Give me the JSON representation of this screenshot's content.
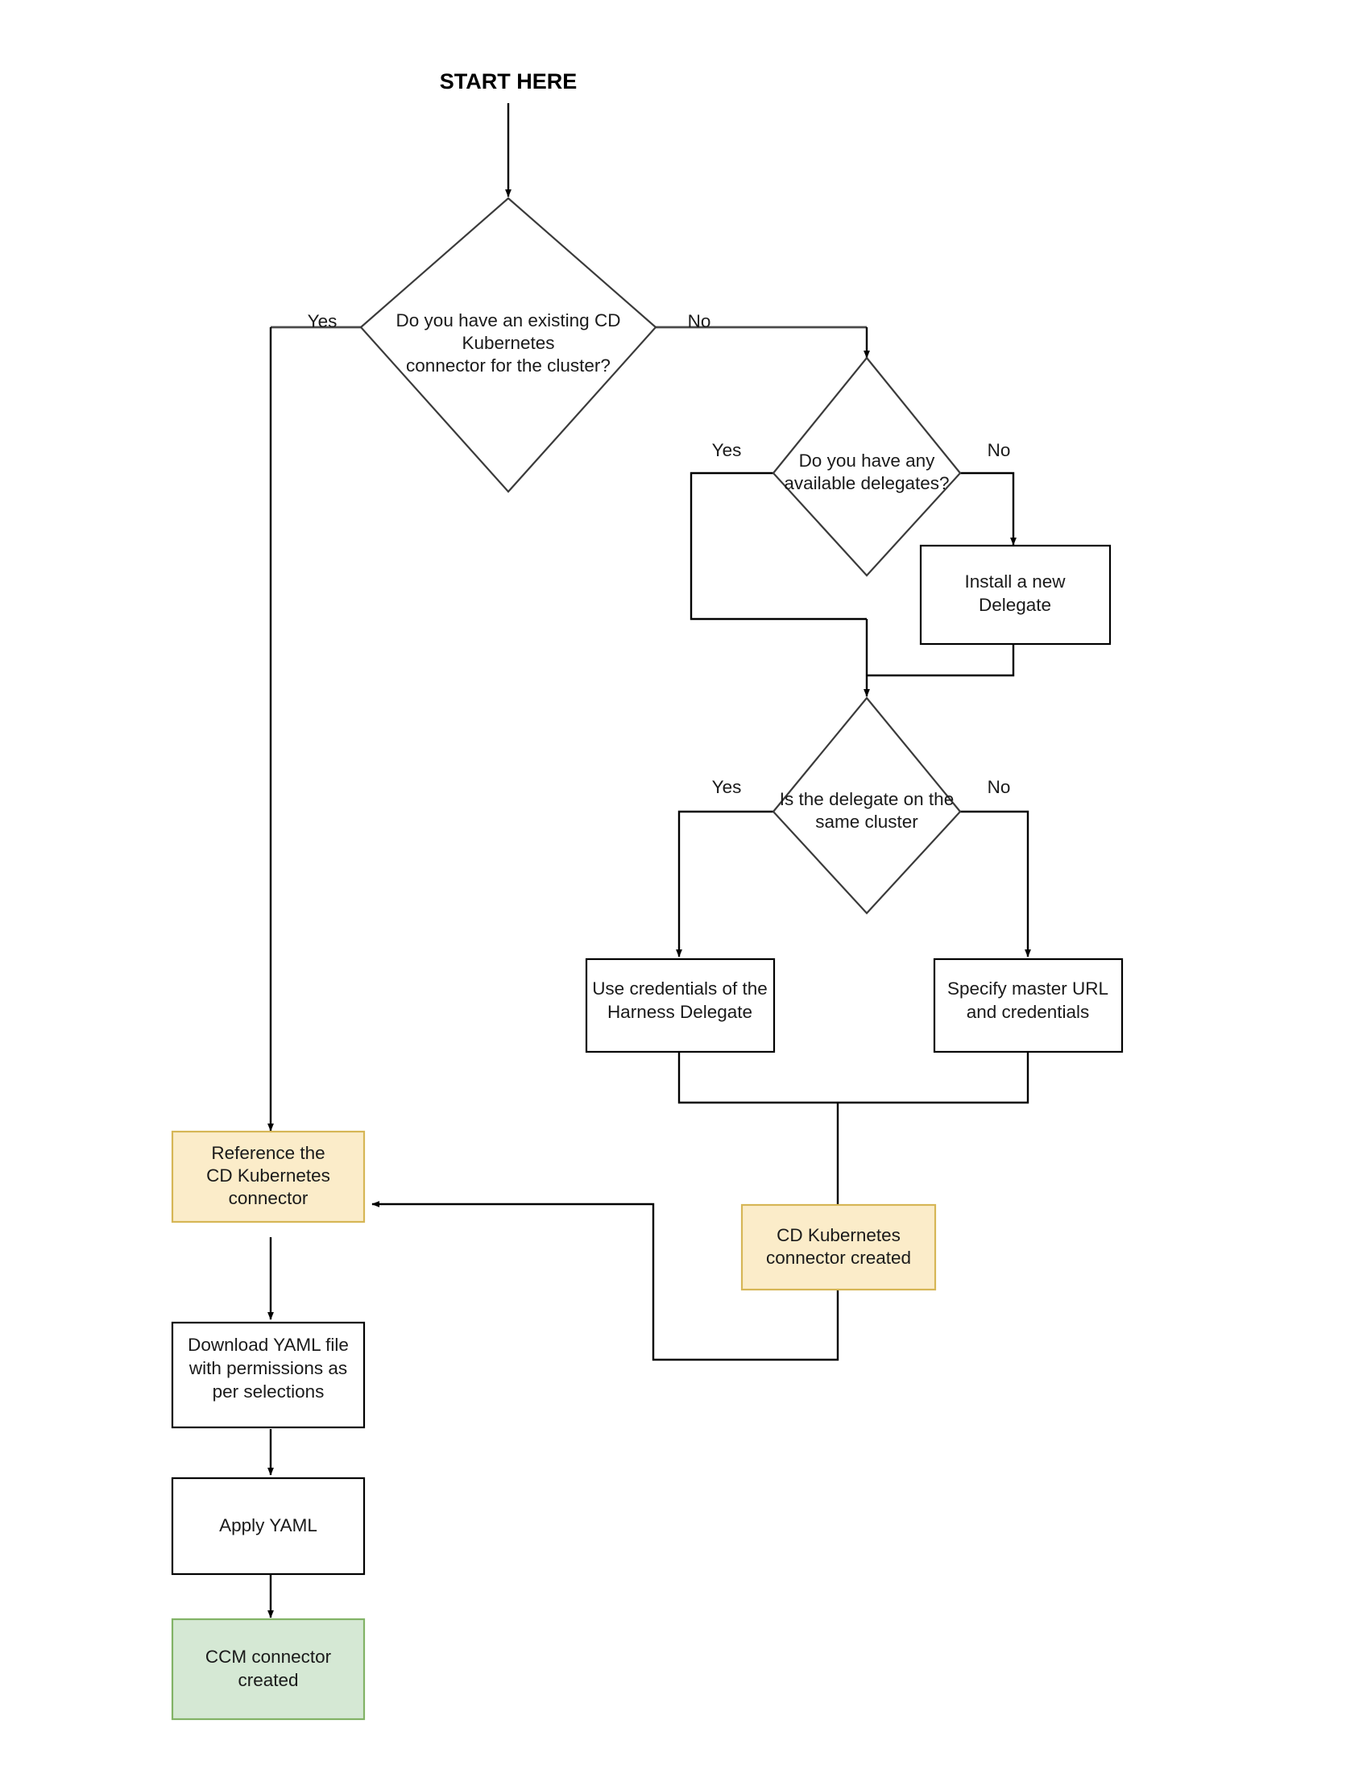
{
  "diagram": {
    "title": "START HERE",
    "type": "flowchart",
    "background": "#ffffff",
    "colors": {
      "highlight_fill": "#fbecc9",
      "highlight_stroke": "#d6b656",
      "success_fill": "#d5e8d4",
      "success_stroke": "#82b366",
      "default_fill": "#ffffff",
      "default_stroke": "#000000",
      "diamond_stroke": "#3b3b3b",
      "text": "#1a1a1a"
    },
    "nodes": {
      "start": {
        "label": "START HERE"
      },
      "d1": {
        "line1": "Do you have an existing CD",
        "line2": "Kubernetes",
        "line3": "connector for the cluster?"
      },
      "d2": {
        "line1": "Do you have any",
        "line2": "available delegates?"
      },
      "d3": {
        "line1": "Is the delegate on the",
        "line2": "same cluster"
      },
      "install_delegate": {
        "line1": "Install a new",
        "line2": "Delegate"
      },
      "use_credentials": {
        "line1": "Use credentials of the",
        "line2": "Harness Delegate"
      },
      "specify_master_url": {
        "line1": "Specify master URL",
        "line2": "and credentials"
      },
      "reference_connector": {
        "line1": "Reference the",
        "line2": "CD Kubernetes",
        "line3": "connector"
      },
      "cd_connector_created": {
        "line1": "CD Kubernetes",
        "line2": "connector created"
      },
      "download_yaml": {
        "line1": "Download YAML file",
        "line2": "with permissions as",
        "line3": "per selections"
      },
      "apply_yaml": {
        "line1": "Apply YAML"
      },
      "ccm_connector_created": {
        "line1": "CCM connector",
        "line2": "created"
      }
    },
    "edge_labels": {
      "d1_yes": "Yes",
      "d1_no": "No",
      "d2_yes": "Yes",
      "d2_no": "No",
      "d3_yes": "Yes",
      "d3_no": "No"
    }
  }
}
